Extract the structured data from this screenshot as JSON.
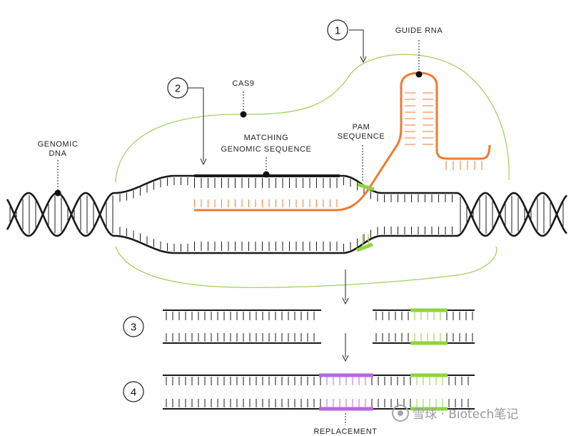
{
  "labels": {
    "guide_rna": "GUIDE RNA",
    "cas9": "CAS9",
    "genomic_dna_1": "GENOMIC",
    "genomic_dna_2": "DNA",
    "matching_1": "MATCHING",
    "matching_2": "GENOMIC SEQUENCE",
    "pam_1": "PAM",
    "pam_2": "SEQUENCE",
    "replacement": "REPLACEMENT"
  },
  "steps": [
    "1",
    "2",
    "3",
    "4"
  ],
  "watermark": "雪球 · Biotech笔记",
  "colors": {
    "dna": "#1a1a1a",
    "guide_rna": "#f07a32",
    "cas9_outline": "#9bd05a",
    "pam": "#8fd43f",
    "replacement": "#b866e0"
  }
}
